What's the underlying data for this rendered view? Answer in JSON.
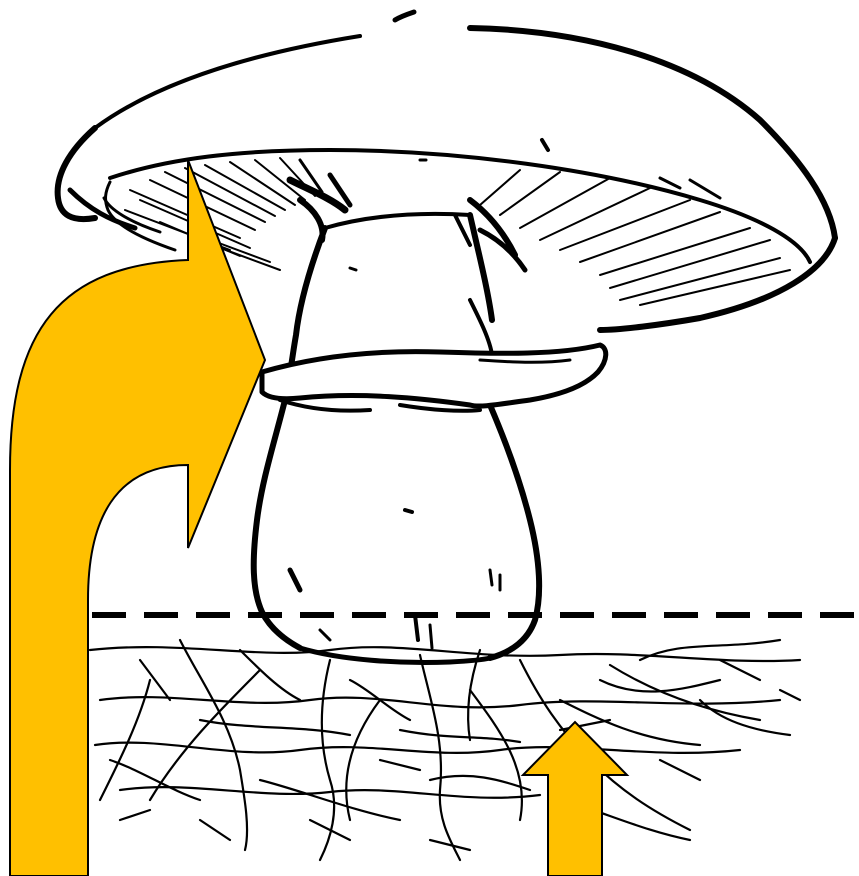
{
  "diagram": {
    "subject": "mushroom",
    "labels": []
  },
  "colors": {
    "ink": "#000000",
    "background": "#ffffff",
    "arrow_fill": "#ffc000",
    "arrow_outline": "#000000"
  },
  "icons": {
    "cap": "mushroom-cap-drawing",
    "gills": "mushroom-gills-drawing",
    "stem": "mushroom-stem-drawing",
    "ring": "mushroom-ring-drawing",
    "ground": "ground-line-dashed",
    "mycelium": "mycelium-threads-drawing",
    "arrow_large": "curved-up-arrow-icon",
    "arrow_small": "up-arrow-icon"
  }
}
